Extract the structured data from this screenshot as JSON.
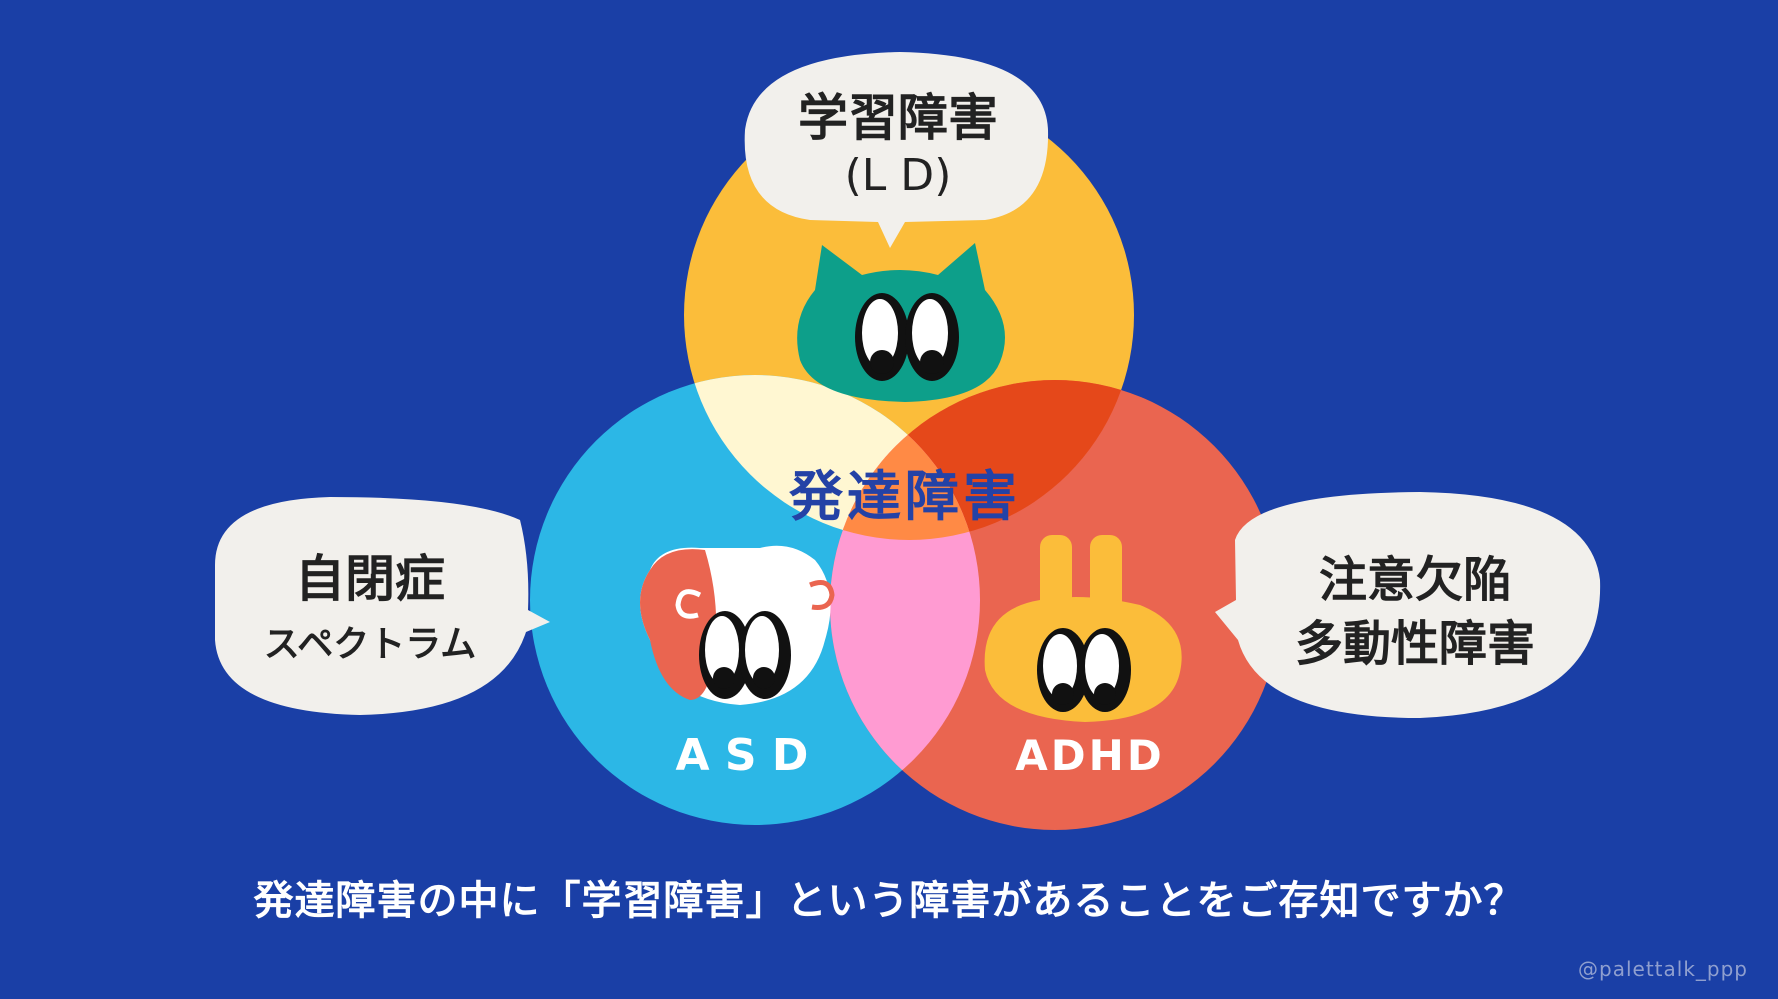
{
  "diagram": {
    "center_label": "発達障害",
    "circles": [
      {
        "id": "ld",
        "color": "#fbbd3a",
        "bubble_lines": [
          "学習障害",
          "(L D)"
        ],
        "name": ""
      },
      {
        "id": "asd",
        "color": "#2cb7e6",
        "bubble_lines": [
          "自閉症",
          "スペクトラム"
        ],
        "name": "A S D"
      },
      {
        "id": "adhd",
        "color": "#ea6550",
        "bubble_lines": [
          "注意欠陥",
          "多動性障害"
        ],
        "name": "ADHD"
      }
    ],
    "overlap_colors": {
      "ld_asd": "#fff7d2",
      "ld_adhd": "#e5481a",
      "asd_adhd": "#ff9bd2",
      "center": "#ff8a45"
    }
  },
  "caption": "発達障害の中に「学習障害」という障害があることをご存知ですか？",
  "watermark": "@palettalk_ppp",
  "colors": {
    "background": "#1a3fa6",
    "bubble": "#f2f0ec",
    "text_dark": "#222222",
    "center_text": "#2442a6"
  }
}
